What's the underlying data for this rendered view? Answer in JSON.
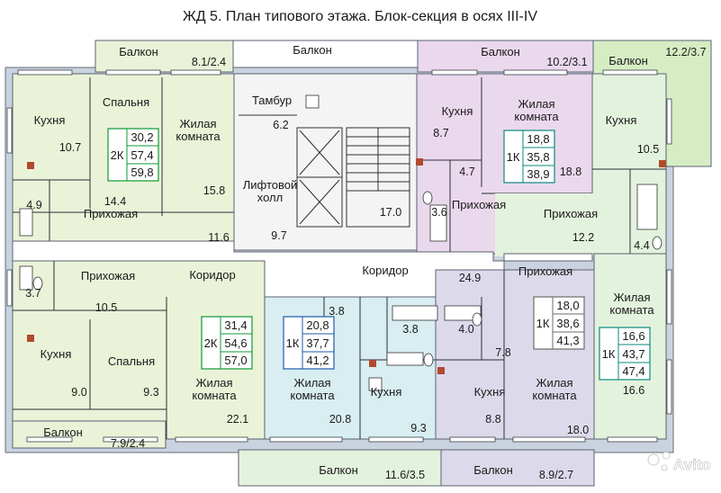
{
  "title": "ЖД 5. План типового этажа. Блок-секция в осях III-IV",
  "colors": {
    "green": "#eaf3d8",
    "balcony_green": "#d6edc4",
    "mint": "#e3f2dc",
    "pink": "#ead8ec",
    "cyan": "#d8eef1",
    "lavender": "#dcdaea",
    "core": "#f4f4f4",
    "corridor": "#ffffff",
    "unit_green_box": "#0d9a35",
    "unit_teal_box": "#0a8a7f",
    "unit_grey_box": "#6b6b6b",
    "accent_blue": "#1d5aa8"
  },
  "rooms": {
    "balcony_tl": {
      "label": "Балкон",
      "area": "8.1/2.4"
    },
    "balcony_top": {
      "label": "Балкон"
    },
    "balcony_tr1": {
      "label": "Балкон",
      "area": "10.2/3.1"
    },
    "balcony_tr2": {
      "label": "Балкон",
      "area": "12.2/3.7"
    },
    "kitchen_tl": {
      "label": "Кухня",
      "area": "10.7"
    },
    "bedroom_tl": {
      "label": "Спальня",
      "area": "14.4"
    },
    "living_tl": {
      "label": "Жилая комната",
      "area": "15.8"
    },
    "bath_tl": {
      "area": "4.9"
    },
    "hall_tl": {
      "label": "Прихожая",
      "area": "11.6"
    },
    "vestibule": {
      "label": "Тамбур",
      "area": "6.2"
    },
    "lift_hall": {
      "label": "Лифтовой холл",
      "area": "9.7"
    },
    "stairs": {
      "area": "17.0"
    },
    "kitchen_tm": {
      "label": "Кухня",
      "area": "8.7"
    },
    "living_tm": {
      "label": "Жилая комната",
      "area": "18.8"
    },
    "wc_tm": {
      "area": "4.7"
    },
    "bath_tm": {
      "area": "3.6"
    },
    "hall_tm": {
      "label": "Прихожая"
    },
    "kitchen_tr": {
      "label": "Кухня",
      "area": "10.5"
    },
    "hall_tr": {
      "label": "Прихожая",
      "area": "12.2"
    },
    "bath_tr": {
      "area": "4.4"
    },
    "corridor_left": {
      "label": "Коридор"
    },
    "corridor_mid": {
      "label": "Коридор",
      "area": "24.9"
    },
    "hall_bl": {
      "label": "Прихожая",
      "area": "10.5"
    },
    "bath_bl": {
      "area": "3.7"
    },
    "kitchen_bl": {
      "label": "Кухня",
      "area": "9.0"
    },
    "bedroom_bl": {
      "label": "Спальня",
      "area": "9.3"
    },
    "living_bl": {
      "label": "Жилая комната",
      "area": "22.1"
    },
    "balcony_bl": {
      "label": "Балкон",
      "area": "7.9/2.4"
    },
    "bath_bm1": {
      "area": "3.8"
    },
    "living_bm": {
      "label": "Жилая комната",
      "area": "20.8"
    },
    "bath_bm2": {
      "area": "3.8"
    },
    "kitchen_bm": {
      "label": "Кухня",
      "area": "9.3"
    },
    "bath_bm3": {
      "area": "4.0"
    },
    "hall_bm": {
      "area": "7.8"
    },
    "kitchen_br": {
      "label": "Кухня",
      "area": "8.8"
    },
    "hall_br": {
      "label": "Прихожая"
    },
    "living_br": {
      "label": "Жилая комната",
      "area": "18.0"
    },
    "living_brr": {
      "label": "Жилая комната",
      "area": "16.6"
    },
    "balcony_bm": {
      "label": "Балкон",
      "area": "11.6/3.5"
    },
    "balcony_br": {
      "label": "Балкон",
      "area": "8.9/2.7"
    }
  },
  "units": {
    "u2k_top": {
      "type": "2К",
      "living": "30,2",
      "total": "57,4",
      "total_with_balcony": "59,8"
    },
    "u1k_top": {
      "type": "1К",
      "living": "18,8",
      "total": "35,8",
      "total_with_balcony": "38,9"
    },
    "u2k_bottom": {
      "type": "2К",
      "living": "31,4",
      "total": "54,6",
      "total_with_balcony": "57,0"
    },
    "u1k_mid": {
      "type": "1К",
      "living": "20,8",
      "total": "37,7",
      "total_with_balcony": "41,2"
    },
    "u1k_right": {
      "type": "1К",
      "living": "18,0",
      "total": "38,6",
      "total_with_balcony": "41,3"
    },
    "u1k_far": {
      "type": "1К",
      "living": "16,6",
      "total": "43,7",
      "total_with_balcony": "47,4"
    }
  },
  "watermark": "Avito"
}
